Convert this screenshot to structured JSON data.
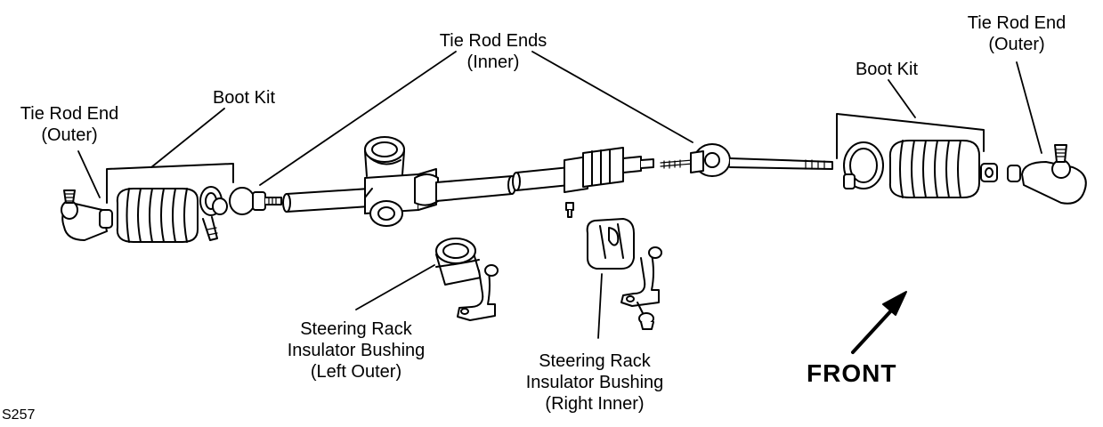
{
  "labels": {
    "tie_rod_end_outer_left": [
      "Tie Rod End",
      "(Outer)"
    ],
    "boot_kit_left": "Boot Kit",
    "tie_rod_ends_inner": [
      "Tie Rod Ends",
      "(Inner)"
    ],
    "boot_kit_right": "Boot Kit",
    "tie_rod_end_outer_right": [
      "Tie Rod End",
      "(Outer)"
    ],
    "bushing_left_outer": [
      "Steering Rack",
      "Insulator Bushing",
      "(Left Outer)"
    ],
    "bushing_right_inner": [
      "Steering Rack",
      "Insulator Bushing",
      "(Right Inner)"
    ],
    "front": "FRONT",
    "figure_code": "S257"
  },
  "colors": {
    "ink": "#000000",
    "paper": "#ffffff"
  }
}
